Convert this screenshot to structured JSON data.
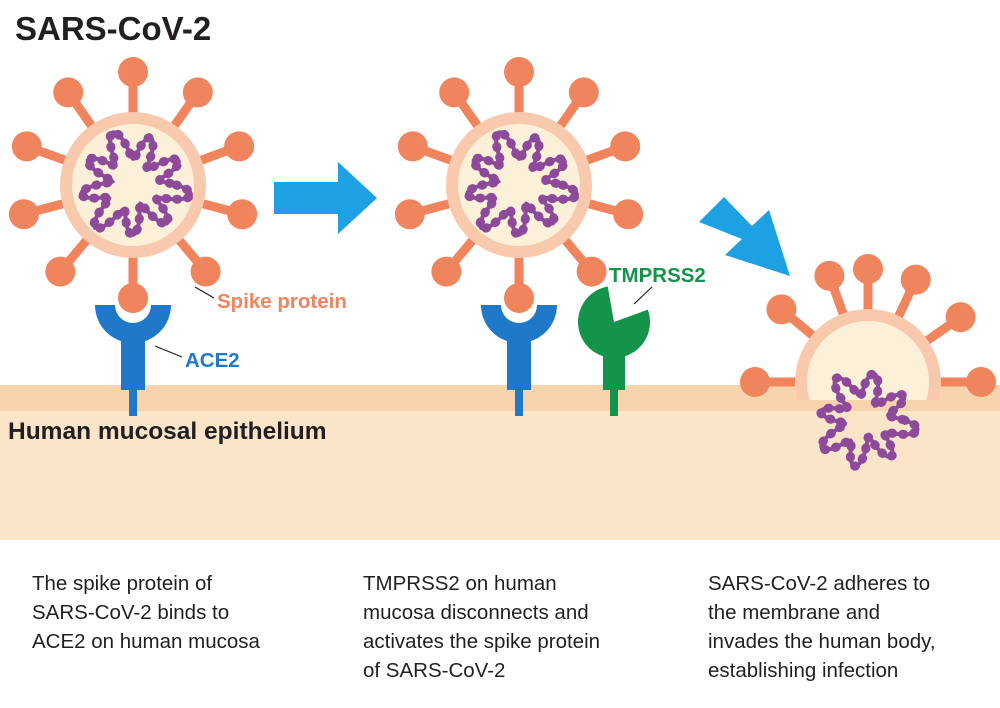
{
  "diagram": {
    "title": "SARS-CoV-2",
    "labels": {
      "spike": "Spike protein",
      "ace2": "ACE2",
      "tmprss2": "TMPRSS2",
      "epithelium": "Human mucosal epithelium"
    },
    "steps": [
      {
        "caption": "The spike protein of\nSARS-CoV-2 binds to\nACE2 on human mucosa"
      },
      {
        "caption": "TMPRSS2 on human\nmucosa disconnects and\nactivates the spike protein\nof SARS-CoV-2"
      },
      {
        "caption": "SARS-CoV-2 adheres to\nthe membrane and\ninvades the human body,\nestablishing infection"
      }
    ],
    "colors": {
      "spike": "#f0845c",
      "envelope": "#f9c9ae",
      "core": "#fdf0d9",
      "rna": "#8e4a9a",
      "ace2": "#1f78c8",
      "tmprss2": "#14934a",
      "arrow": "#1da1e2",
      "epithelium": "#fbe5c8",
      "epithelium_surface": "#f7d4ae"
    }
  }
}
